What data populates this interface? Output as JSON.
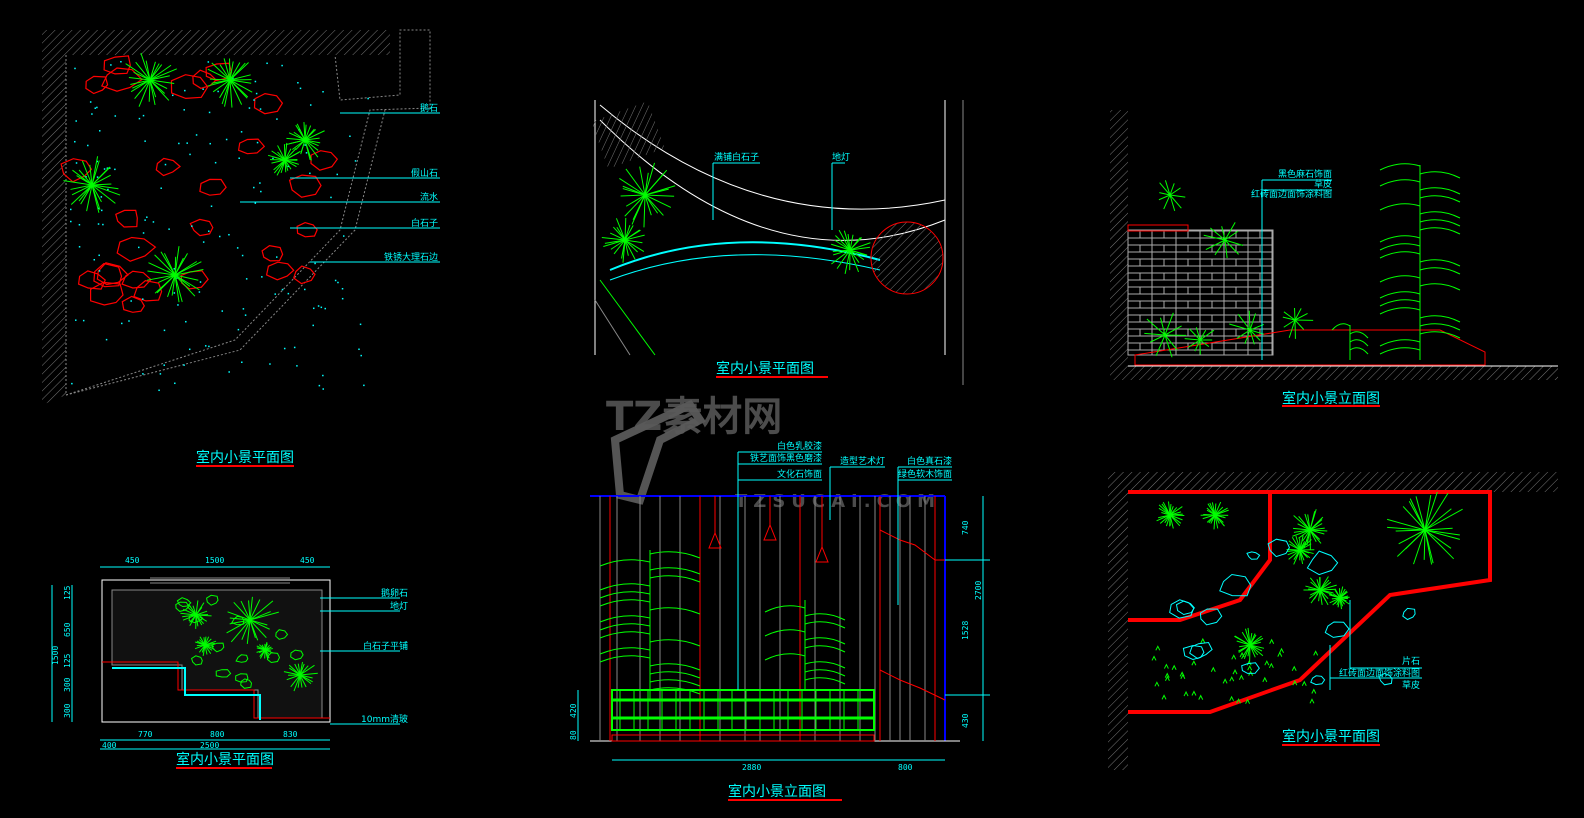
{
  "colors": {
    "background": "#000000",
    "annotation": "#00ffff",
    "stone": "#ff0000",
    "plant": "#00ff00",
    "wall": "#808080",
    "ceiling_line": "#0000ff"
  },
  "watermark": {
    "brand": "TZ素材网",
    "url": "TZSUCAI.COM"
  },
  "panel_plan_top_left": {
    "title": "室内小景平面图",
    "labels": [
      "鹅石",
      "假山石",
      "流水",
      "白石子",
      "铁锈大理石边"
    ]
  },
  "panel_plan_top_middle": {
    "title": "室内小景平面图",
    "labels": [
      "满铺白石子",
      "地灯"
    ]
  },
  "panel_elev_top_right": {
    "title": "室内小景立面图",
    "labels": [
      "黑色麻石饰面",
      "草皮",
      "红砖面边面饰涂料图"
    ]
  },
  "panel_plan_bottom_left": {
    "title": "室内小景平面图",
    "labels": [
      "鹅卵石",
      "地灯",
      "白石子平铺",
      "10mm清玻"
    ],
    "dims_top": [
      "450",
      "1500",
      "450"
    ],
    "dims_left": [
      "125",
      "650",
      "125",
      "300",
      "300"
    ],
    "dim_total_left": "1500",
    "dims_bottom": [
      "770",
      "800",
      "830"
    ],
    "dim_total_bottom": "2500",
    "dim_small": "400"
  },
  "panel_elev_bottom_middle": {
    "title": "室内小景立面图",
    "labels": [
      "白色乳胶漆",
      "铁艺面饰黑色磨漆",
      "文化石饰面",
      "造型艺术灯",
      "白色真石漆",
      "绿色软木饰面"
    ],
    "dims_right": [
      "740",
      "1528",
      "430"
    ],
    "dim_total_right": "2700",
    "dims_left": [
      "420",
      "80"
    ],
    "dims_bottom": [
      "2880",
      "800"
    ]
  },
  "panel_plan_bottom_right": {
    "title": "室内小景平面图",
    "labels": [
      "片石",
      "红砖面边面饰涂料图",
      "草皮"
    ]
  }
}
